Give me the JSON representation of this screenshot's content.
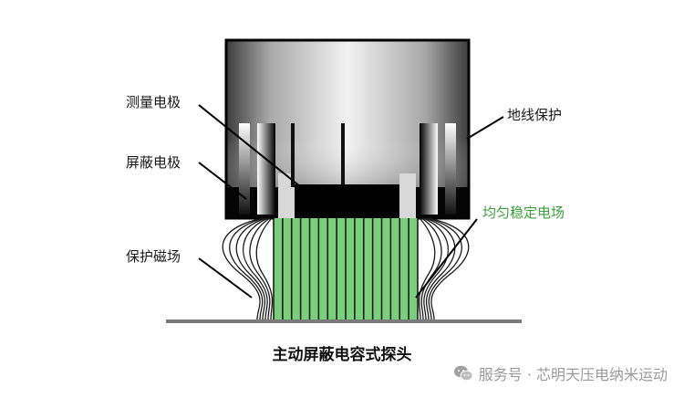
{
  "labels": {
    "measuring_electrode": "测量电极",
    "shield_electrode": "屏蔽电极",
    "protective_field": "保护磁场",
    "ground_guard": "地线保护",
    "uniform_field": "均匀稳定电场"
  },
  "caption": "主动屏蔽电容式探头",
  "watermark": {
    "text": "服务号 · 芯明天压电纳米运动",
    "icon": "wechat-icon"
  },
  "colors": {
    "field_lines": "#7ad07a",
    "uniform_label": "#3aa03a",
    "electrode": "#000000"
  }
}
